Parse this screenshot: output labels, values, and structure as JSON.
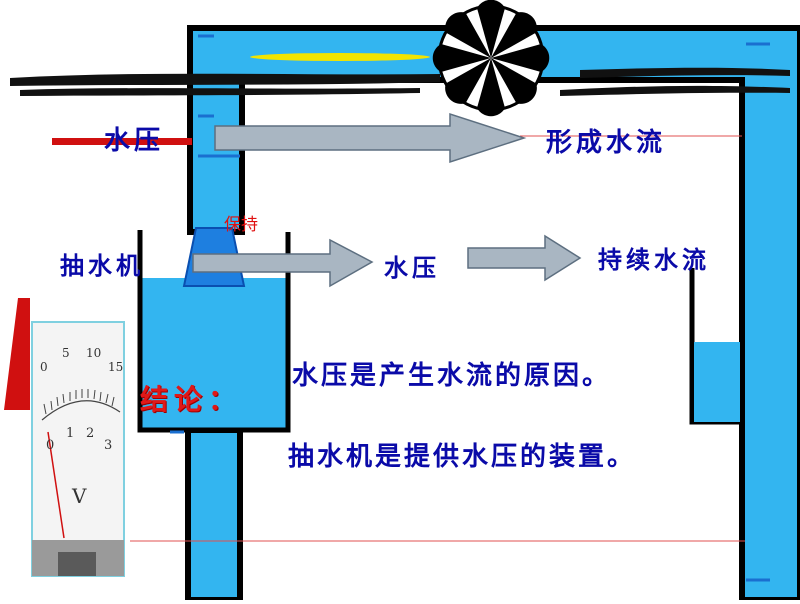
{
  "labels": {
    "water_pressure_top": "水压",
    "forms_flow": "形成水流",
    "keep": "保持",
    "pump": "抽水机",
    "water_pressure_mid": "水压",
    "continuous_flow": "持续水流"
  },
  "conclusion": {
    "title": "结论：",
    "line1": "水压是产生水流的原因。",
    "line2": "抽水机是提供水压的装置。"
  },
  "voltmeter": {
    "top_scale": [
      "0",
      "5",
      "10",
      "15"
    ],
    "bottom_scale": [
      "0",
      "1",
      "2",
      "3"
    ],
    "unit": "V"
  },
  "colors": {
    "water": "#33b5f0",
    "pipe_outline": "#000000",
    "arrow_fill": "#a9b6c2",
    "label_blue": "#0a0aa8",
    "conclusion_red": "#e01818"
  },
  "icons": [
    "turbine-fan-icon",
    "voltmeter-icon",
    "red-pointer-bar"
  ]
}
